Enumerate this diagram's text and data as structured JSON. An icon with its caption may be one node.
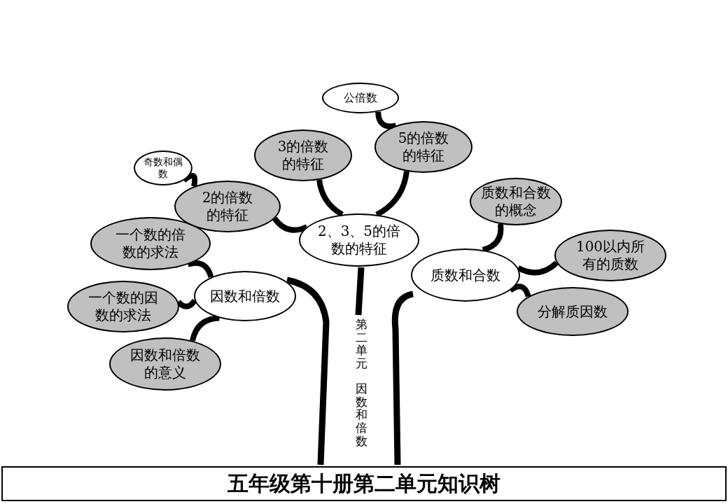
{
  "diagram": {
    "title": "五年级第十册第二单元知识树",
    "nodes": [
      {
        "text": [
          "因数和倍数"
        ]
      },
      {
        "text": [
          "一个数的倍数的求法"
        ]
      },
      {
        "text": [
          "一个数的因数的求法"
        ]
      },
      {
        "text": [
          "因数和倍数的意义"
        ]
      },
      {
        "text": [
          "2、3、5的倍数的特征"
        ]
      },
      {
        "text": [
          "2的倍数的特征"
        ]
      },
      {
        "text": [
          "奇数和偶数"
        ]
      },
      {
        "text": [
          "3的倍数的特征"
        ]
      },
      {
        "text": [
          "5的倍数的特征"
        ]
      },
      {
        "text": [
          "公倍数"
        ]
      },
      {
        "text": [
          "质数和合数"
        ]
      },
      {
        "text": [
          "质数和合数的概念"
        ]
      },
      {
        "text": [
          "100以内所有的质数"
        ]
      },
      {
        "text": [
          "分解质因数"
        ]
      }
    ],
    "edges": [
      {
        "from": 1,
        "to": 0,
        "arrow": "none"
      },
      {
        "from": 2,
        "to": 0,
        "arrow": "none"
      },
      {
        "from": 3,
        "to": 0,
        "arrow": "none"
      },
      {
        "from": 5,
        "to": 4,
        "arrow": "none"
      },
      {
        "from": 6,
        "to": 5,
        "arrow": "none"
      },
      {
        "from": 7,
        "to": 4,
        "arrow": "none"
      },
      {
        "from": 8,
        "to": 4,
        "arrow": "none"
      },
      {
        "from": 9,
        "to": 8,
        "arrow": "none"
      },
      {
        "from": 11,
        "to": 10,
        "arrow": "none"
      },
      {
        "from": 12,
        "to": 10,
        "arrow": "none"
      },
      {
        "from": 13,
        "to": 10,
        "arrow": "none"
      }
    ],
    "labels": [
      "第二单元",
      "因数和倍数"
    ]
  }
}
